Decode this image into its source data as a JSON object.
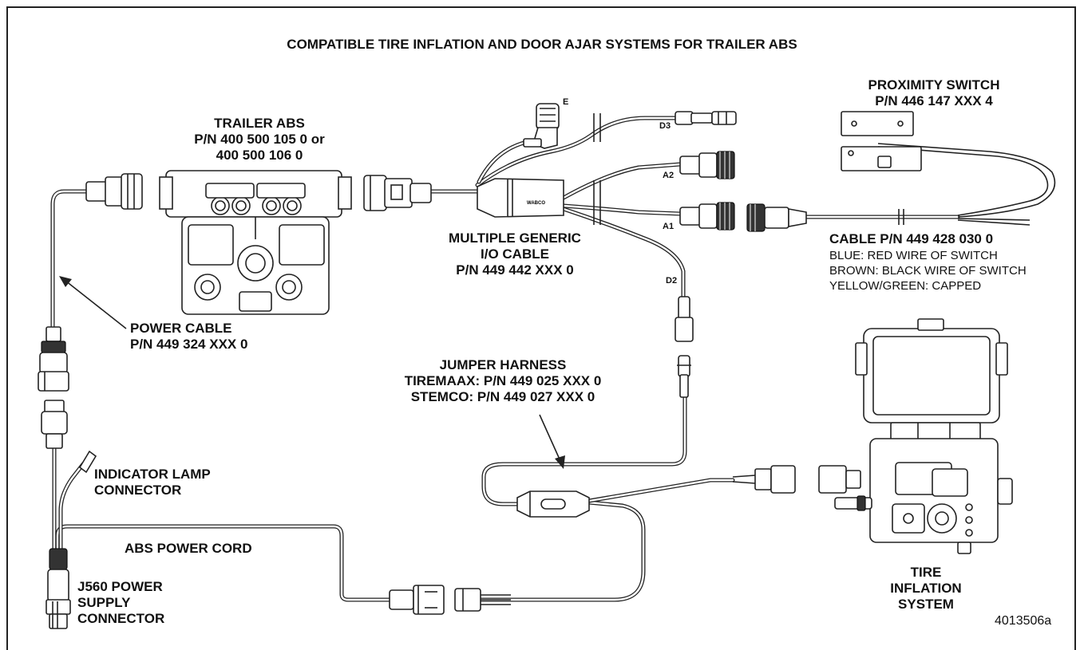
{
  "title": "COMPATIBLE TIRE INFLATION AND DOOR AJAR SYSTEMS FOR TRAILER ABS",
  "labels": {
    "trailer_abs": [
      "TRAILER ABS",
      "P/N 400 500 105 0 or",
      "400 500 106 0"
    ],
    "proximity_switch": [
      "PROXIMITY SWITCH",
      "P/N 446 147 XXX 4"
    ],
    "multiple_io_cable": [
      "MULTIPLE GENERIC",
      "I/O CABLE",
      "P/N 449 442 XXX 0"
    ],
    "cable_pn": "CABLE P/N 449 428 030 0",
    "cable_notes": [
      "BLUE: RED WIRE OF SWITCH",
      "BROWN: BLACK WIRE OF SWITCH",
      "YELLOW/GREEN: CAPPED"
    ],
    "power_cable": [
      "POWER CABLE",
      "P/N 449 324 XXX 0"
    ],
    "jumper_harness": [
      "JUMPER HARNESS",
      "TIREMAAX: P/N 449 025 XXX 0",
      "STEMCO: P/N 449 027 XXX 0"
    ],
    "indicator_lamp": [
      "INDICATOR LAMP",
      "CONNECTOR"
    ],
    "abs_power_cord": "ABS POWER CORD",
    "j560": [
      "J560 POWER",
      "SUPPLY",
      "CONNECTOR"
    ],
    "tire_inflation": [
      "TIRE",
      "INFLATION",
      "SYSTEM"
    ],
    "figure_id": "4013506a"
  },
  "pins": {
    "e": "E",
    "d3": "D3",
    "a2": "A2",
    "a1": "A1",
    "d2": "D2"
  },
  "brand": "WABCO",
  "colors": {
    "line": "#222222",
    "background": "#ffffff"
  }
}
